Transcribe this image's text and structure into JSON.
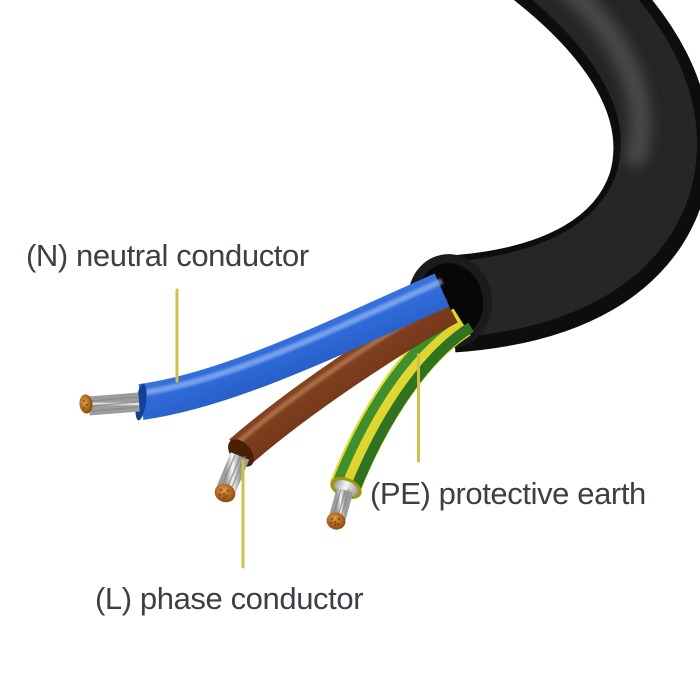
{
  "figure": {
    "type": "labeled-illustration",
    "subject": "3-core mains power cable with stripped conductor ends",
    "background_color": "#ffffff",
    "label_text_color": "#3c4046",
    "leader_line_color": "#cdc247",
    "jacket": {
      "name": "black outer sheath",
      "color": "#0d0d0d",
      "color_mid": "#262626",
      "highlight": "#4d4d4d",
      "cut_face": "#1b1b1b",
      "cut_face_inner": "#070707"
    },
    "strand_colors": {
      "light": "#f5f5f5",
      "dark": "#9c9c9c",
      "line": "#8a8a8a"
    },
    "copper_colors": {
      "light": "#e2a04a",
      "mid": "#a85f1a",
      "dark": "#6b380c"
    },
    "wires": [
      {
        "id": "neutral",
        "label": "(N) neutral conductor",
        "color_name": "blue",
        "shades": {
          "light": "#6d9bf2",
          "mid": "#2f6bd9",
          "dark": "#163f96",
          "sheen": "#a8c4f8"
        }
      },
      {
        "id": "phase",
        "label": "(L) phase conductor",
        "color_name": "brown",
        "shades": {
          "light": "#a2613a",
          "mid": "#7a3c1c",
          "dark": "#4a1f07",
          "sheen": "#c98d5f"
        }
      },
      {
        "id": "protective_earth",
        "label": "(PE) protective earth",
        "color_name": "green-yellow",
        "shades": {
          "light": "#f2ec52",
          "mid": "#ddd32c",
          "dark": "#a09614",
          "sheen": "#fbf69c"
        },
        "stripe_color": "#3f8f2d",
        "stripe_color_dark": "#2f7320"
      }
    ]
  }
}
